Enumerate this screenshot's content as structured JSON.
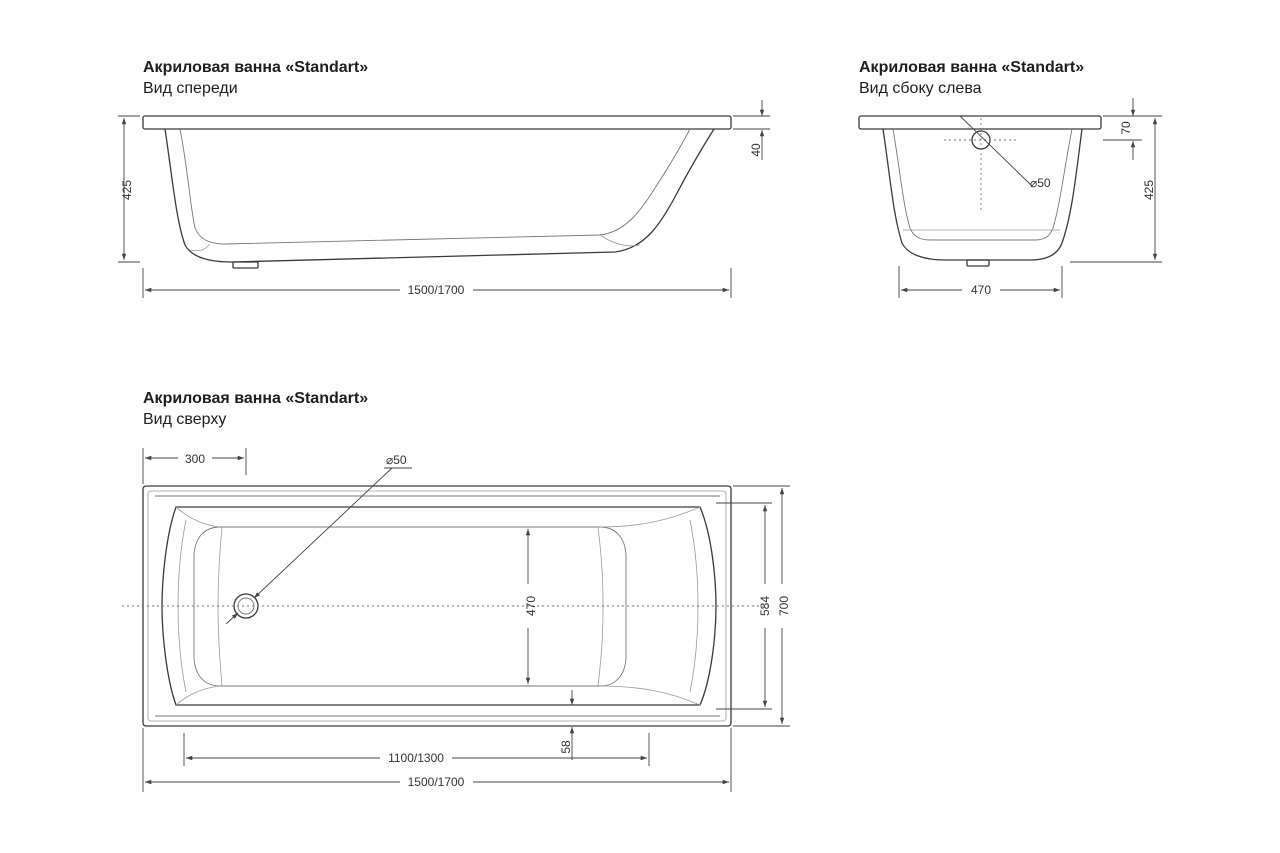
{
  "front_view": {
    "title": "Акриловая ванна «Standart»",
    "subtitle": "Вид спереди",
    "dim_height": "425",
    "dim_rim": "40",
    "dim_length": "1500/1700"
  },
  "side_view": {
    "title": "Акриловая ванна «Standart»",
    "subtitle": "Вид сбоку слева",
    "dim_rim": "70",
    "dim_height": "425",
    "dim_drain": "⌀50",
    "dim_width": "470"
  },
  "top_view": {
    "title": "Акриловая ванна «Standart»",
    "subtitle": "Вид сверху",
    "dim_drain_offset": "300",
    "dim_drain": "⌀50",
    "dim_inner_width": "470",
    "dim_bowl_width": "584",
    "dim_total_width": "700",
    "dim_rim_width": "58",
    "dim_inner_length": "1100/1300",
    "dim_total_length": "1500/1700"
  }
}
